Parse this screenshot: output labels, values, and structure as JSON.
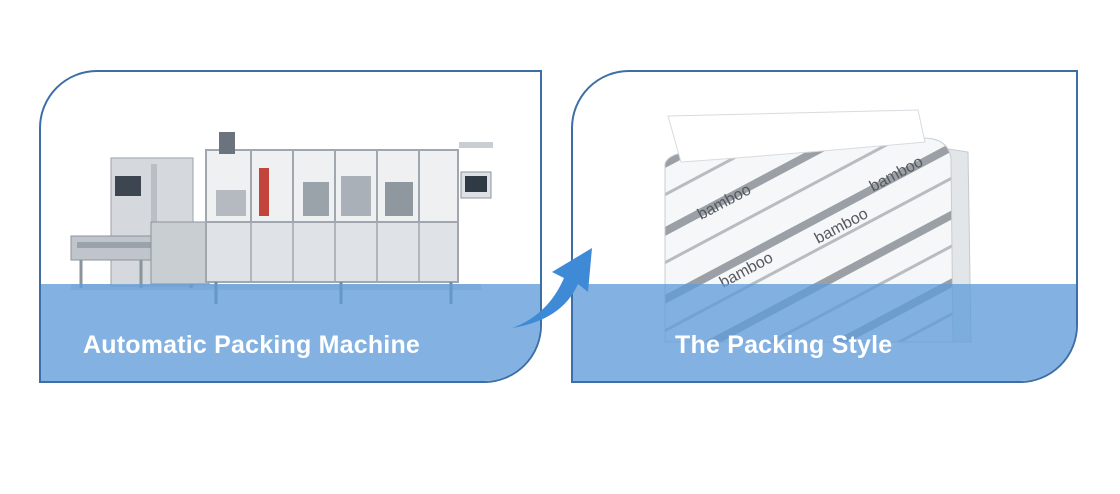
{
  "panels": {
    "left": {
      "caption": "Automatic Packing Machine",
      "image": "packing-machine-photo"
    },
    "right": {
      "caption": "The Packing Style",
      "image": "tissue-pack-photo"
    }
  },
  "brand": {
    "pack_text": "bamboo",
    "accent_color": "#3c6fa8",
    "band_color": "#609cda"
  },
  "arrow": {
    "icon": "curved-arrow-right-icon",
    "color": "#3f8ad6"
  }
}
